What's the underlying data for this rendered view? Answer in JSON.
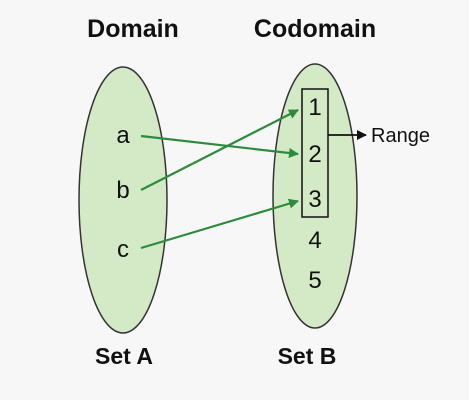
{
  "titles": {
    "domain": "Domain",
    "codomain": "Codomain"
  },
  "sets": {
    "a": {
      "label": "Set A",
      "elements": [
        "a",
        "b",
        "c"
      ]
    },
    "b": {
      "label": "Set B",
      "elements": [
        "1",
        "2",
        "3",
        "4",
        "5"
      ]
    }
  },
  "range": {
    "label": "Range"
  },
  "mappings": [
    {
      "from": "a",
      "to": "2"
    },
    {
      "from": "b",
      "to": "1"
    },
    {
      "from": "c",
      "to": "3"
    }
  ],
  "colors": {
    "set_fill": "#d4eac7",
    "set_stroke": "#333333",
    "arrow": "#2e8b3d",
    "range_arrow": "#111111",
    "background": "#f7f7f7"
  }
}
